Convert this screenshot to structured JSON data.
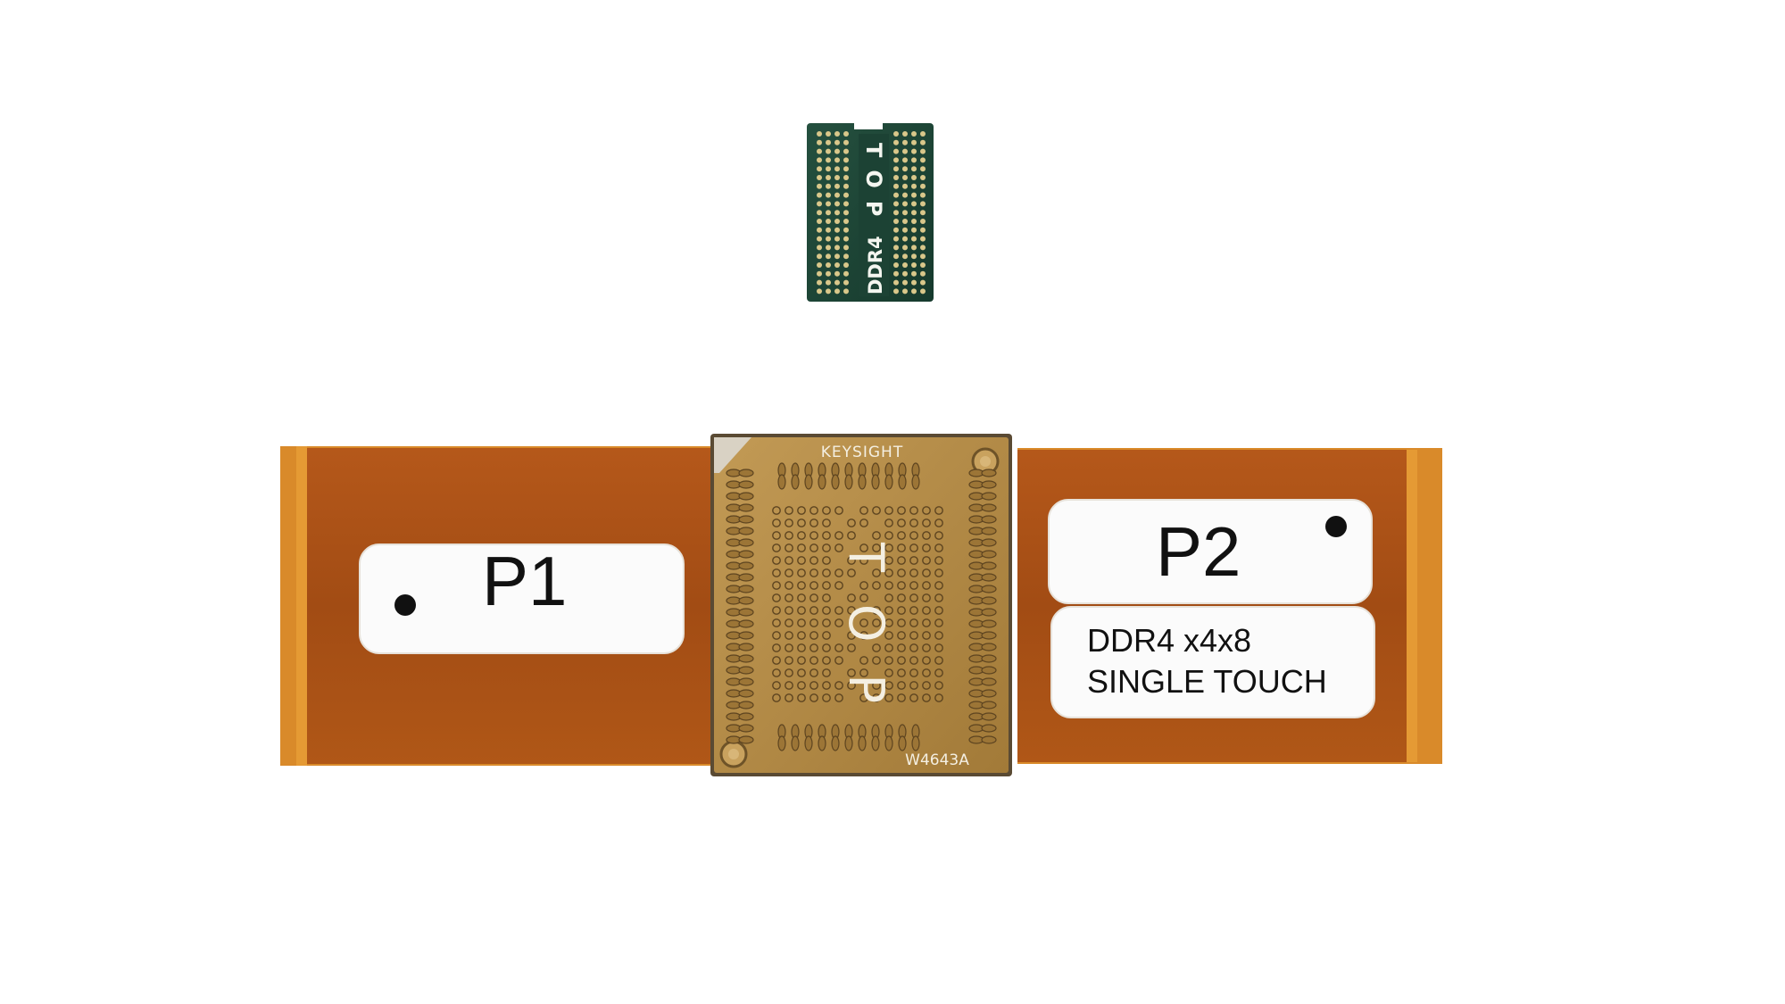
{
  "interposer": {
    "silkscreen_top": "TOP",
    "silkscreen_part": "DDR4",
    "board_color": "#1f4a3c"
  },
  "flex_probe": {
    "brand": "KEYSIGHT",
    "model": "W4643A",
    "center_marking": "TOP",
    "label_p1": "P1",
    "label_p2": "P2",
    "label_desc_line1": "DDR4 x4x8",
    "label_desc_line2": "SINGLE TOUCH",
    "flex_color": "#c96a1c",
    "pad_color": "#b48b47"
  }
}
